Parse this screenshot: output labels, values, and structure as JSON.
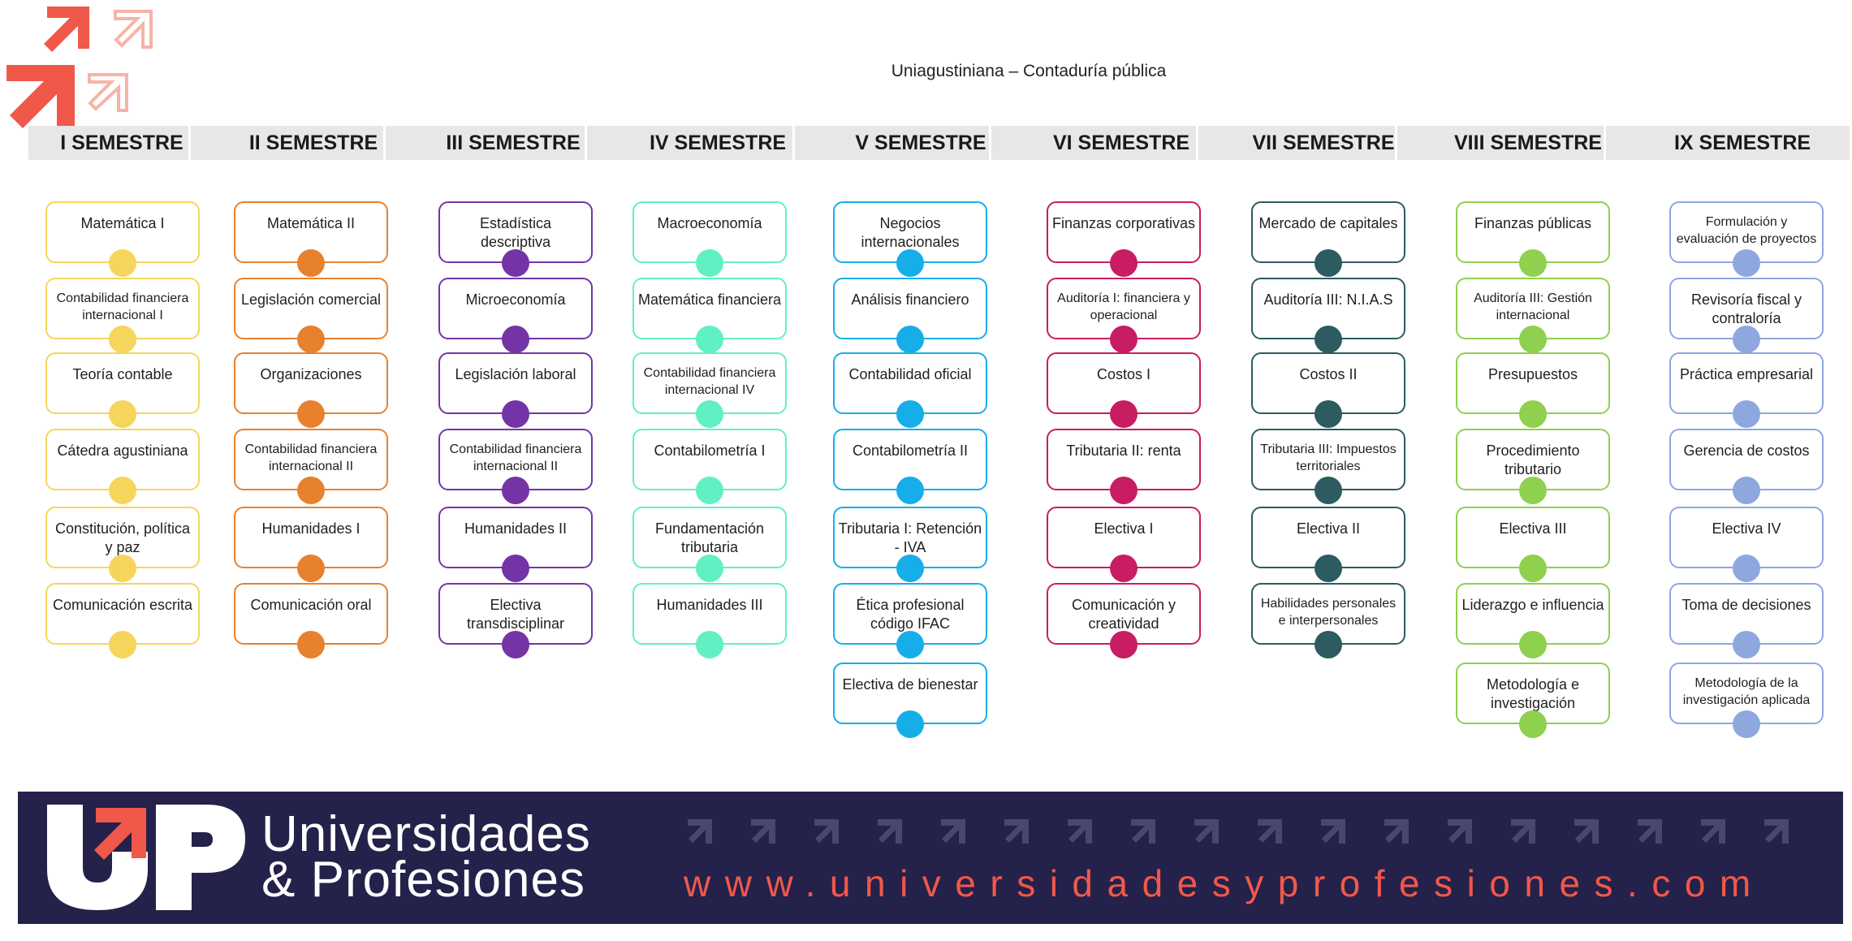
{
  "title": "Uniagustiniana – Contaduría pública",
  "semesters": [
    {
      "label": "I SEMESTRE",
      "color": "#f6d55c",
      "courses": [
        "Matemática I",
        "Contabilidad financiera internacional I",
        "Teoría contable",
        "Cátedra agustiniana",
        "Constitución, política y paz",
        "Comunicación escrita"
      ]
    },
    {
      "label": "II SEMESTRE",
      "color": "#e8812e",
      "courses": [
        "Matemática II",
        "Legislación comercial",
        "Organizaciones",
        "Contabilidad financiera internacional II",
        "Humanidades I",
        "Comunicación oral"
      ]
    },
    {
      "label": "III SEMESTRE",
      "color": "#7534a6",
      "courses": [
        "Estadística descriptiva",
        "Microeconomía",
        "Legislación laboral",
        "Contabilidad financiera internacional II",
        "Humanidades II",
        "Electiva transdisciplinar"
      ]
    },
    {
      "label": "IV SEMESTRE",
      "color": "#61f0c4",
      "courses": [
        "Macroeconomía",
        "Matemática financiera",
        "Contabilidad financiera internacional IV",
        "Contabilometría I",
        "Fundamentación tributaria",
        "Humanidades III"
      ]
    },
    {
      "label": "V SEMESTRE",
      "color": "#16aee9",
      "courses": [
        "Negocios internacionales",
        "Análisis financiero",
        "Contabilidad oficial",
        "Contabilometría II",
        "Tributaria I: Retención - IVA",
        "Ética profesional código IFAC",
        "Electiva de bienestar"
      ]
    },
    {
      "label": "VI SEMESTRE",
      "color": "#c81c63",
      "courses": [
        "Finanzas corporativas",
        "Auditoría I: financiera y operacional",
        "Costos I",
        "Tributaria II: renta",
        "Electiva I",
        "Comunicación y creatividad"
      ]
    },
    {
      "label": "VII SEMESTRE",
      "color": "#2c5b60",
      "courses": [
        "Mercado de capitales",
        "Auditoría III: N.I.A.S",
        "Costos II",
        "Tributaria III: Impuestos territoriales",
        "Electiva II",
        "Habilidades personales e interpersonales"
      ]
    },
    {
      "label": "VIII SEMESTRE",
      "color": "#8fd04e",
      "courses": [
        "Finanzas públicas",
        "Auditoría III: Gestión internacional",
        "Presupuestos",
        "Procedimiento tributario",
        "Electiva III",
        "Liderazgo e influencia",
        "Metodología e investigación"
      ]
    },
    {
      "label": "IX SEMESTRE",
      "color": "#8ea7df",
      "courses": [
        "Formulación y evaluación de proyectos",
        "Revisoría fiscal y contraloría",
        "Práctica empresarial",
        "Gerencia de costos",
        "Electiva IV",
        "Toma de decisiones",
        "Metodología de la investigación aplicada"
      ]
    }
  ],
  "footer": {
    "logo_text": "UP",
    "brand_line1": "Universidades",
    "brand_line2": "& Profesiones",
    "url": "www.universidadesyprofesiones.com",
    "bg_color": "#24214a",
    "accent_color": "#f0584a"
  }
}
